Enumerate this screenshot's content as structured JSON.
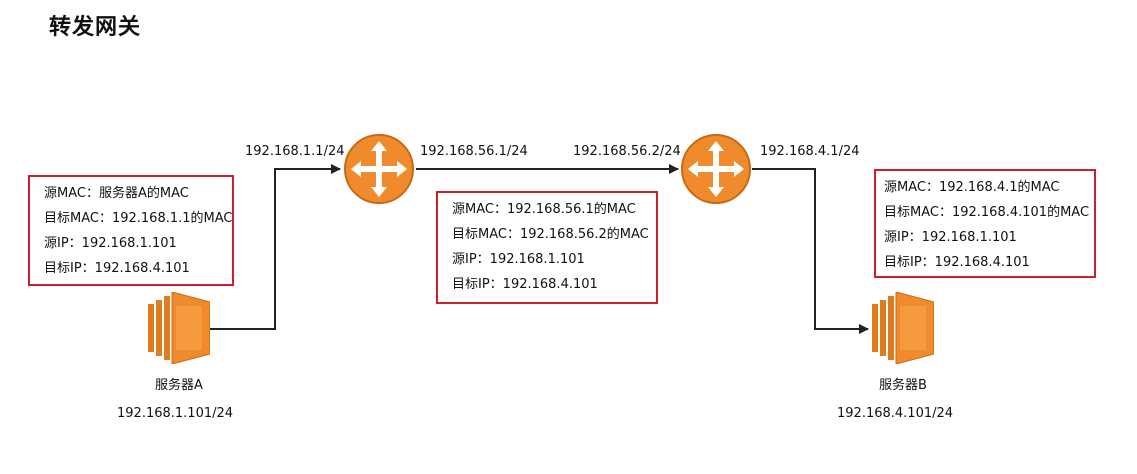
{
  "title": "转发网关",
  "colors": {
    "box_border": "#cc1f2d",
    "router": "#ef8b2c",
    "server": "#ef8b2c",
    "wire": "#222222"
  },
  "router_a": {
    "left_ip": "192.168.1.1/24",
    "right_ip": "192.168.56.1/24",
    "icon": "router-icon"
  },
  "router_b": {
    "left_ip": "192.168.56.2/24",
    "right_ip": "192.168.4.1/24",
    "icon": "router-icon"
  },
  "server_a": {
    "name": "服务器A",
    "ip": "192.168.1.101/24",
    "icon": "server-icon"
  },
  "server_b": {
    "name": "服务器B",
    "ip": "192.168.4.101/24",
    "icon": "server-icon"
  },
  "frames": [
    {
      "lines": [
        "源MAC：服务器A的MAC",
        "目标MAC：192.168.1.1的MAC",
        "源IP：192.168.1.101",
        "目标IP：192.168.4.101"
      ]
    },
    {
      "lines": [
        "源MAC：192.168.56.1的MAC",
        "目标MAC：192.168.56.2的MAC",
        "源IP：192.168.1.101",
        "目标IP：192.168.4.101"
      ]
    },
    {
      "lines": [
        "源MAC：192.168.4.1的MAC",
        "目标MAC：192.168.4.101的MAC",
        "源IP：192.168.1.101",
        "目标IP：192.168.4.101"
      ]
    }
  ]
}
